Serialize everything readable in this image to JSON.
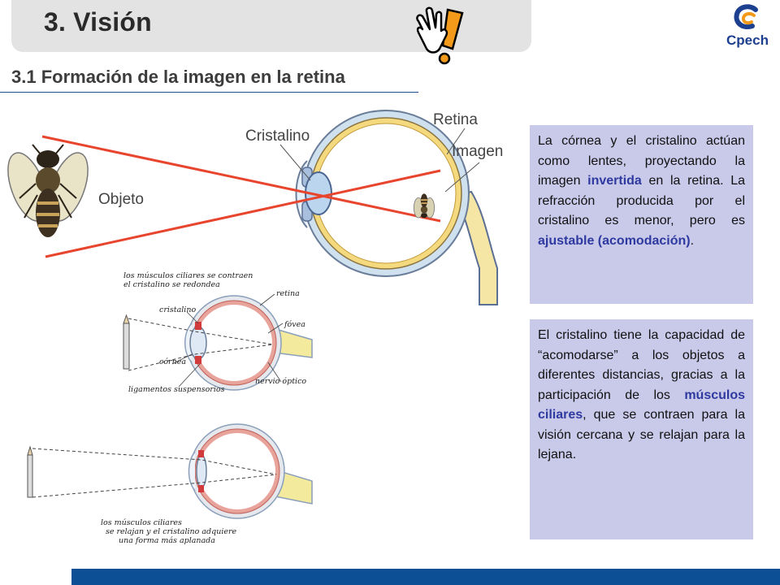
{
  "header": {
    "title": "3. Visión",
    "subtitle": "3.1 Formación de la imagen en la retina",
    "logo_text": "Cpech",
    "colors": {
      "title_bar": "#e3e3e3",
      "accent_blue": "#0d4f95",
      "highlight": "#2e3a9f",
      "textbox_bg": "#c9c9ea",
      "ray_red": "#e8452e",
      "logo_blue": "#1d3f8f"
    }
  },
  "diagram_top": {
    "labels": {
      "cristalino": "Cristalino",
      "retina": "Retina",
      "imagen": "Imagen",
      "objeto": "Objeto"
    }
  },
  "diagram_mid": {
    "caption": [
      "los músculos ciliares se contraen",
      "el cristalino se redondea"
    ],
    "labels": {
      "retina": "retina",
      "cristalino": "cristalino",
      "fovea": "fóvea",
      "cornea": "córnea",
      "nervio": "nervio óptico",
      "ligamentos": "ligamentos suspensorios"
    }
  },
  "diagram_bottom": {
    "caption": [
      "los músculos ciliares",
      "se relajan y el cristalino adquiere",
      "una forma más aplanada"
    ]
  },
  "box1": {
    "text_a": "La córnea y el cristalino actúan como lentes, proyectando la imagen ",
    "hl_a": "invertida",
    "text_b": " en la retina. La refracción producida por el cristalino es menor, pero es ",
    "hl_b": "ajustable (acomodación)",
    "text_c": "."
  },
  "box2": {
    "text_a": "El cristalino tiene la capacidad de “acomodarse” a los objetos a diferentes distancias, gracias a la participación de los ",
    "hl_a": "músculos ciliares",
    "text_b": ", que se contraen para la visión cercana y se relajan para la lejana."
  },
  "icons": {
    "hand": "pointing-hand-exclamation-icon",
    "bee": "bee-icon",
    "pencil": "pencil-icon"
  }
}
